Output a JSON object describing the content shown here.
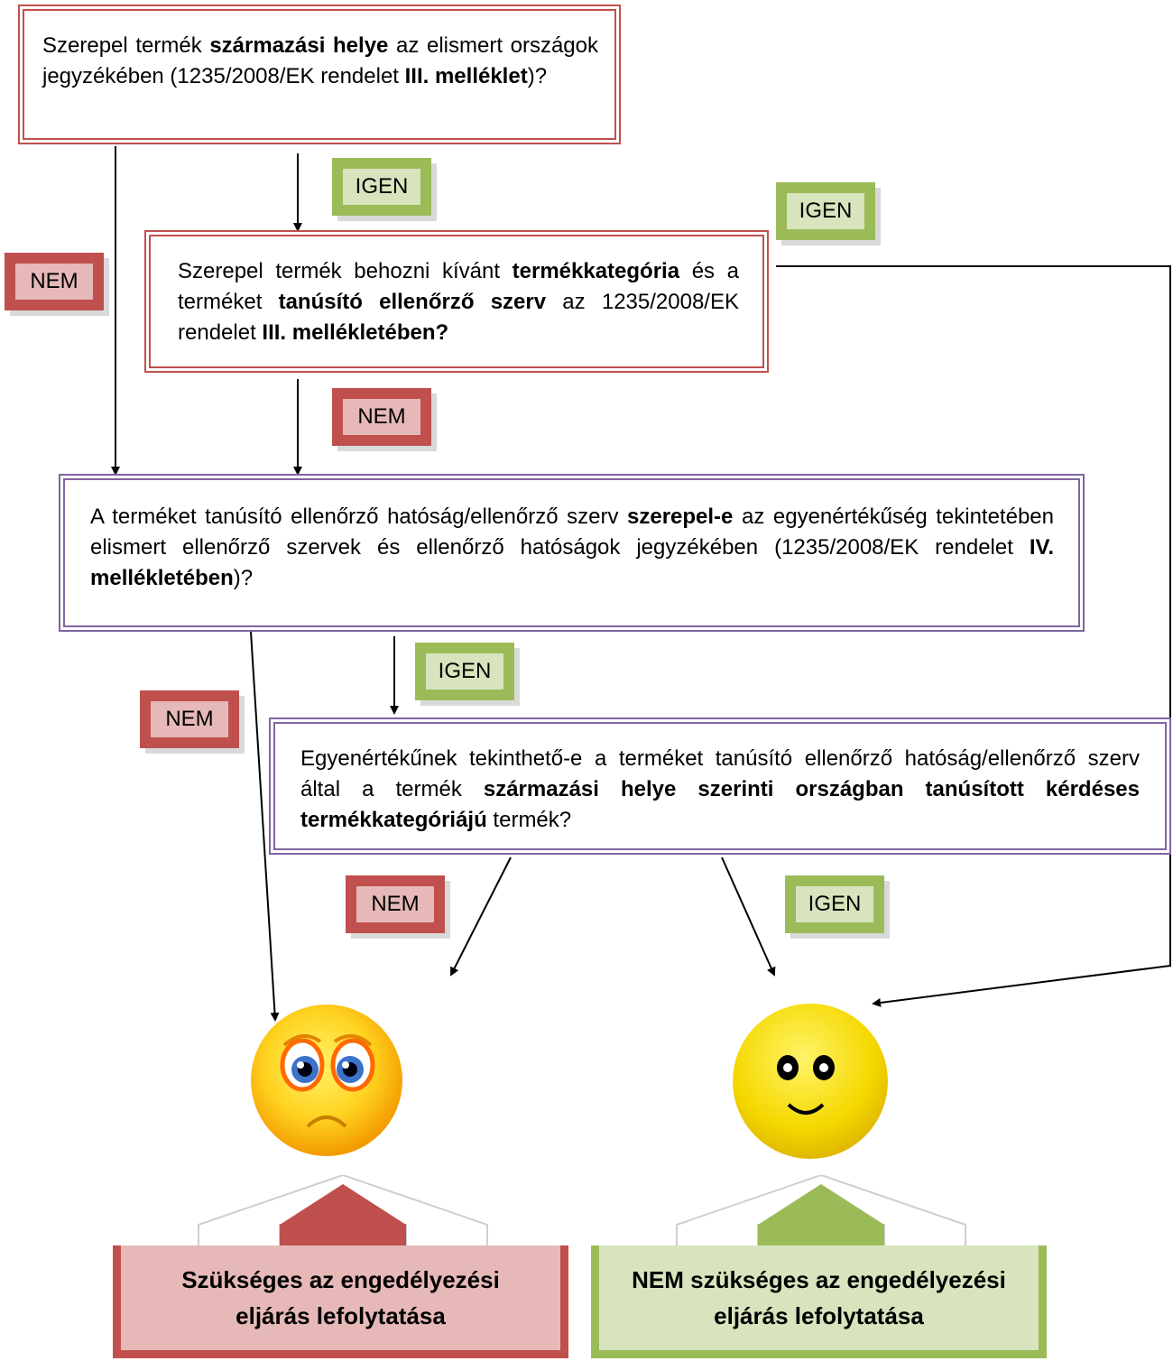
{
  "q1": {
    "parts": [
      "Szerepel termék ",
      "származási helye",
      " az elismert országok jegyzékében (1235/2008/EK rendelet ",
      "III. melléklet",
      ")?"
    ]
  },
  "q2": {
    "parts": [
      "Szerepel termék behozni kívánt ",
      "termékkategória",
      " és a terméket ",
      "tanúsító ellenőrző szerv",
      " az 1235/2008/EK rendelet ",
      "III. mellékletében?"
    ]
  },
  "q3": {
    "parts": [
      "A terméket tanúsító ellenőrző hatóság/ellenőrző szerv ",
      "szerepel-e",
      " az egyenértékűség tekintetében elismert ellenőrző szervek és ellenőrző hatóságok jegyzékében (1235/2008/EK rendelet ",
      "IV. mellékletében",
      ")?"
    ]
  },
  "q4": {
    "parts": [
      "Egyenértékűnek tekinthető-e a terméket tanúsító ellenőrző hatóság/ellenőrző szerv által a termék ",
      "származási helye szerinti országban tanúsított kérdéses termékkategóriájú",
      " termék?"
    ]
  },
  "labels": {
    "yes": "IGEN",
    "no": "NEM"
  },
  "results": {
    "negative": "Szükséges az engedélyezési eljárás lefolytatása",
    "positive": "NEM szükséges az engedélyezési eljárás lefolytatása"
  },
  "colors": {
    "red": "#c0504d",
    "red_light": "#e6b9b8",
    "green": "#9bbb59",
    "green_light": "#d7e4bd",
    "purple": "#8064a2",
    "smiley_yellow": "#f5d800"
  },
  "icons": {
    "sad": "sad-face-icon",
    "happy": "happy-face-icon"
  }
}
